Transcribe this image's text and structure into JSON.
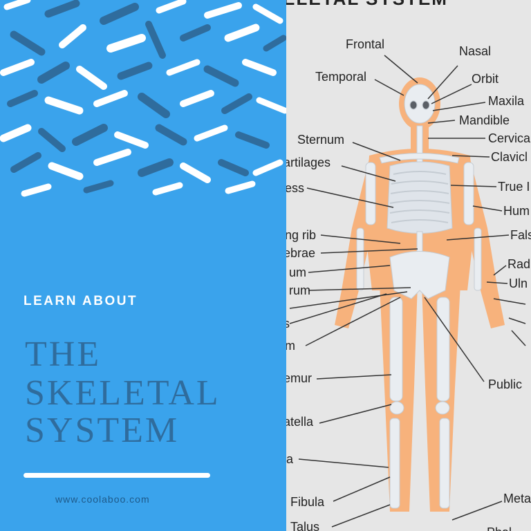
{
  "poster": {
    "kicker": "LEARN ABOUT",
    "title_lines": [
      "THE",
      "SKELETAL",
      "SYSTEM"
    ],
    "website": "www.coolaboo.com"
  },
  "diagram": {
    "heading": "SKELETAL SYSTEM",
    "labels": {
      "frontal": "Frontal",
      "nasal": "Nasal",
      "temporal": "Temporal",
      "orbit": "Orbit",
      "maxila": "Maxila",
      "mandible": "Mandible",
      "cervical": "Cervica",
      "sternum": "Sternum",
      "clavicle": "Clavicl",
      "cartilages": "artilages",
      "true_ribs": "True I",
      "xiphoid": "ess",
      "humerus": "Hum",
      "floating_rib": "ng rib",
      "false_ribs": "Fals",
      "vertebrae": "ebrae",
      "ilium": "um",
      "radius": "Rad",
      "sacrum": "rum",
      "ulna": "Uln",
      "coccyx": "s",
      "ischium": "m",
      "pubic": "Public",
      "femur": "emur",
      "patella": "atella",
      "tibia": "ia",
      "fibula": "Fibula",
      "talus": "Talus",
      "metatarsals": "Meta",
      "phalanges": "Phal"
    }
  },
  "colors": {
    "panel_blue": "#3aa3ec",
    "title_blue": "#2f6c9d",
    "body_orange": "#f7b27c",
    "bone": "#e9edf1",
    "background": "#e6e6e6"
  }
}
